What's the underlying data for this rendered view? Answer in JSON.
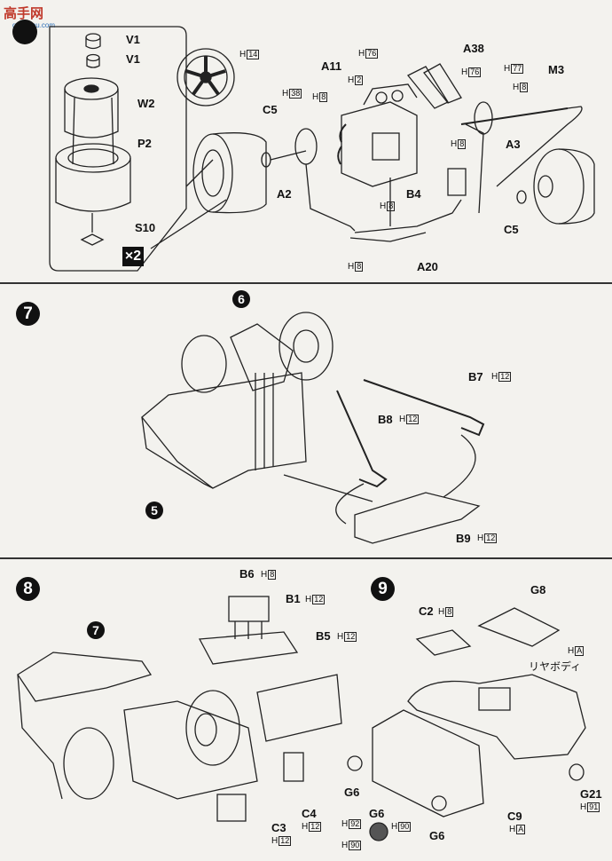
{
  "watermark": {
    "text": "高手网",
    "subtext": "gaoshou.com"
  },
  "steps": {
    "s7": "7",
    "s8": "8",
    "s9": "9"
  },
  "refs": {
    "r6": "6",
    "r5": "5",
    "r7": "7"
  },
  "panel6": {
    "inset_parts": {
      "v1a": "V1",
      "v1b": "V1",
      "w2": "W2",
      "p2": "P2",
      "s10": "S10",
      "multiplier": "×2"
    },
    "wheel_ref": {
      "prefix": "H",
      "box": "14"
    },
    "labels": {
      "a11": "A11",
      "a38": "A38",
      "m3": "M3",
      "c5_left": "C5",
      "a2": "A2",
      "a3": "A3",
      "b4": "B4",
      "c5_right": "C5",
      "a20": "A20"
    },
    "h_refs": {
      "h76a": "76",
      "h76b": "76",
      "h2": "2",
      "h38": "38",
      "h8a": "8",
      "h77": "77",
      "h8b": "8",
      "h8c": "8",
      "h8d": "8",
      "h8e": "8"
    }
  },
  "panel7": {
    "labels": {
      "b7": "B7",
      "b8": "B8",
      "b9": "B9"
    },
    "h_refs": {
      "b7h": "12",
      "b8h": "12",
      "b9h": "12"
    }
  },
  "panel8": {
    "labels": {
      "b6": "B6",
      "b1": "B1",
      "b5": "B5",
      "c3": "C3",
      "c4": "C4"
    },
    "h_refs": {
      "b6h": "8",
      "b1h": "12",
      "b5h": "12",
      "c3h": "12",
      "c4h": "12"
    }
  },
  "panel9": {
    "labels": {
      "c2": "C2",
      "g8": "G8",
      "rear_body": "リヤボディ",
      "g6a": "G6",
      "g6b": "G6",
      "g6c": "G6",
      "c9": "C9",
      "g21": "G21"
    },
    "h_refs": {
      "c2h": "8",
      "rearh": "A",
      "c9h": "A",
      "g21h": "91",
      "g92": "92",
      "g90a": "90",
      "g90b": "90"
    }
  }
}
